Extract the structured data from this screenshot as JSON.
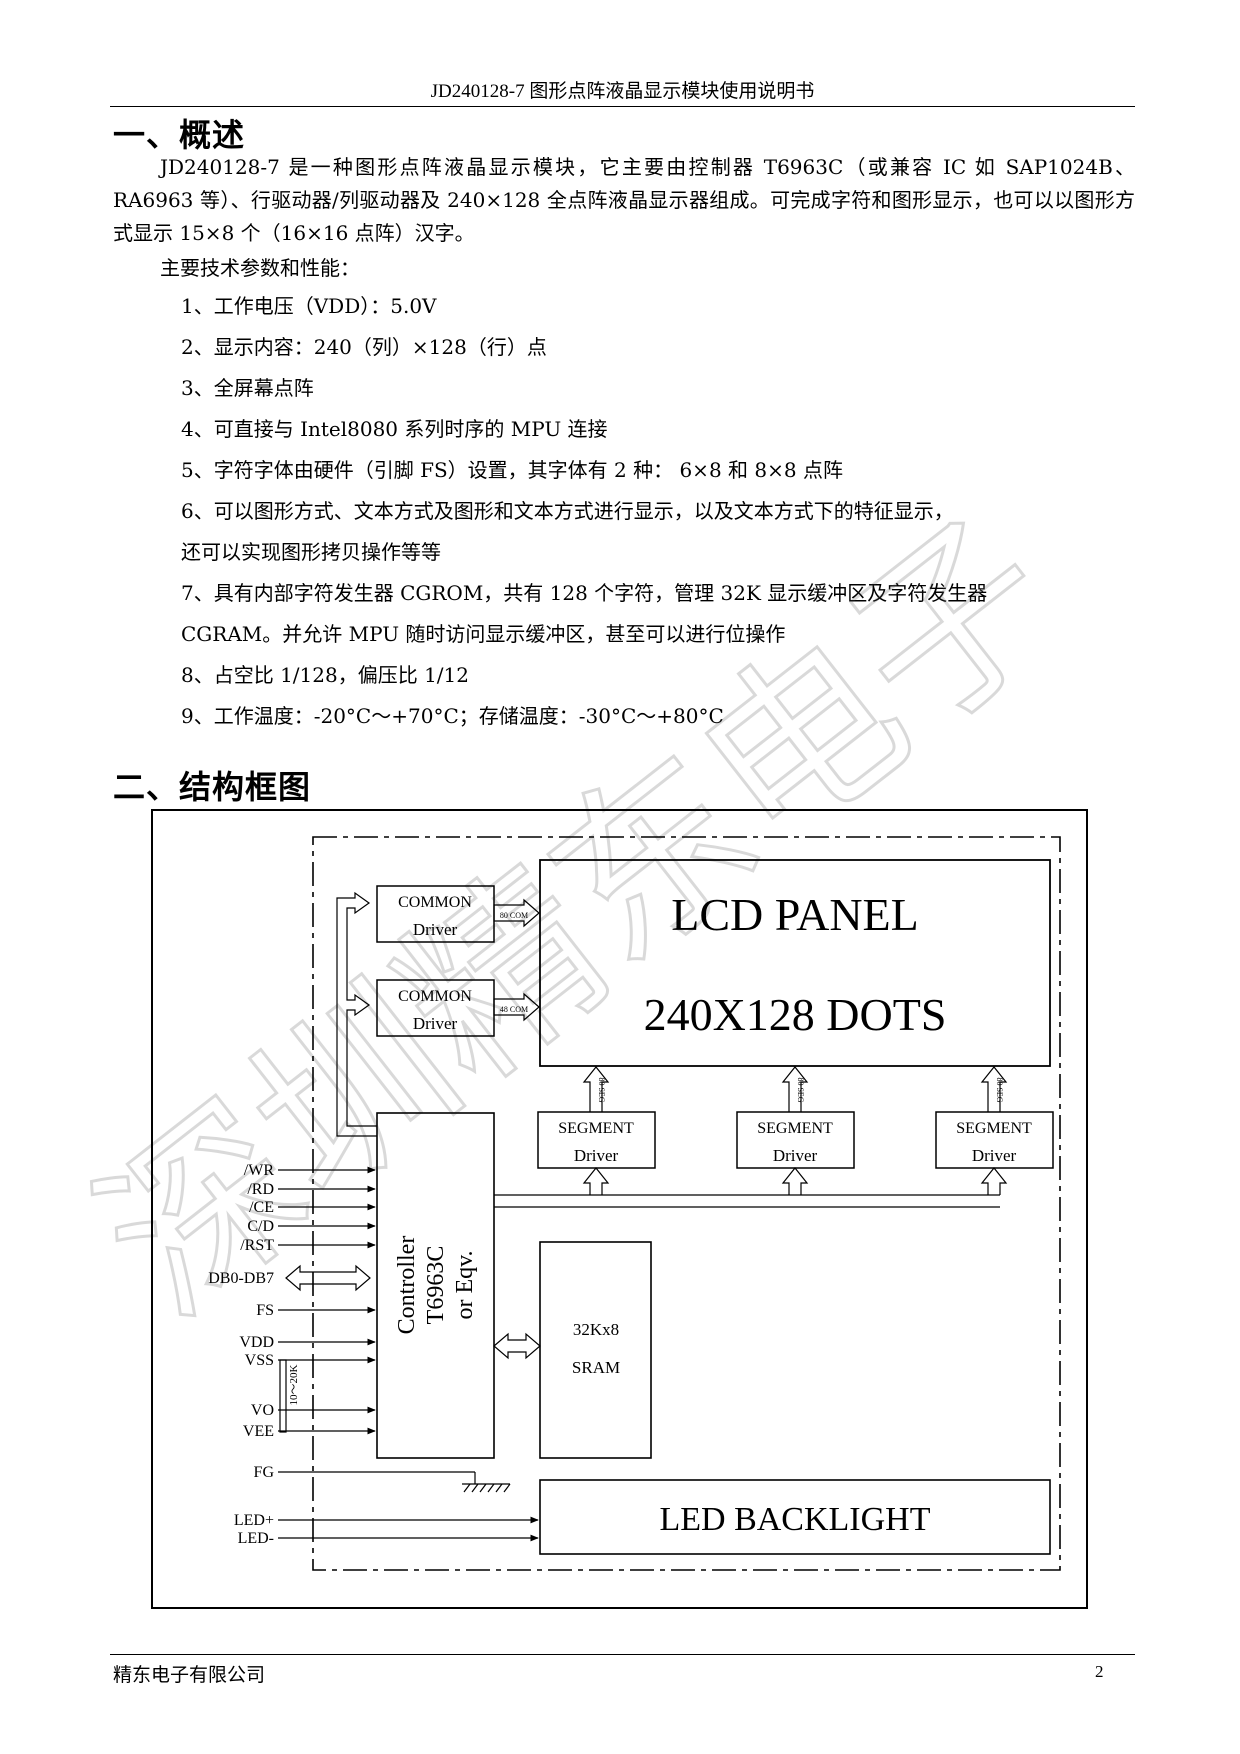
{
  "header": {
    "title": "JD240128-7 图形点阵液晶显示模块使用说明书"
  },
  "section1": {
    "title": "一、概述",
    "intro": "JD240128-7 是一种图形点阵液晶显示模块，它主要由控制器 T6963C（或兼容 IC 如 SAP1024B、RA6963 等）、行驱动器/列驱动器及 240×128 全点阵液晶显示器组成。可完成字符和图形显示，也可以以图形方式显示 15×8 个（16×16 点阵）汉字。",
    "params_heading": "主要技术参数和性能：",
    "params": [
      {
        "text": "1、工作电压（VDD）：5.0V"
      },
      {
        "text": "2、显示内容：240（列）×128（行）点"
      },
      {
        "text": "3、全屏幕点阵"
      },
      {
        "text": "4、可直接与 Intel8080 系列时序的 MPU 连接"
      },
      {
        "text": "5、字符字体由硬件（引脚 FS）设置，其字体有 2 种： 6×8 和 8×8 点阵"
      },
      {
        "text": "6、可以图形方式、文本方式及图形和文本方式进行显示，以及文本方式下的特征显示，",
        "cont": "还可以实现图形拷贝操作等等"
      },
      {
        "text": "7、具有内部字符发生器 CGROM，共有 128 个字符，管理 32K 显示缓冲区及字符发生器",
        "cont": "CGRAM。并允许 MPU 随时访问显示缓冲区，甚至可以进行位操作"
      },
      {
        "text": "8、占空比 1/128，偏压比 1/12"
      },
      {
        "text": "9、工作温度：-20°C～+70°C；存储温度：-30°C～+80°C"
      }
    ]
  },
  "section2": {
    "title": "二、结构框图"
  },
  "diagram": {
    "lcd_panel_line1": "LCD PANEL",
    "lcd_panel_line2": "240X128 DOTS",
    "common_drivers": [
      {
        "line1": "COMMON",
        "line2": "Driver",
        "bus": "80 COM"
      },
      {
        "line1": "COMMON",
        "line2": "Driver",
        "bus": "48 COM"
      }
    ],
    "segment_drivers": [
      {
        "line1": "SEGMENT",
        "line2": "Driver",
        "bus": "80 SEG"
      },
      {
        "line1": "SEGMENT",
        "line2": "Driver",
        "bus": "80 SEG"
      },
      {
        "line1": "SEGMENT",
        "line2": "Driver",
        "bus": "80 SEG"
      }
    ],
    "controller": {
      "line1": "Controller",
      "line2": "T6963C",
      "line3": "or Eqv."
    },
    "sram": {
      "line1": "32Kx8",
      "line2": "SRAM"
    },
    "backlight": "LED BACKLIGHT",
    "pot_label": "10～20K",
    "signals": [
      "/WR",
      "/RD",
      "/CE",
      "C/D",
      "/RST",
      "DB0-DB7",
      "FS",
      "VDD",
      "VSS",
      "VO",
      "VEE",
      "FG",
      "LED+",
      "LED-"
    ]
  },
  "watermark": "深圳精东电子",
  "footer": {
    "company": "精东电子有限公司",
    "page": "2"
  }
}
